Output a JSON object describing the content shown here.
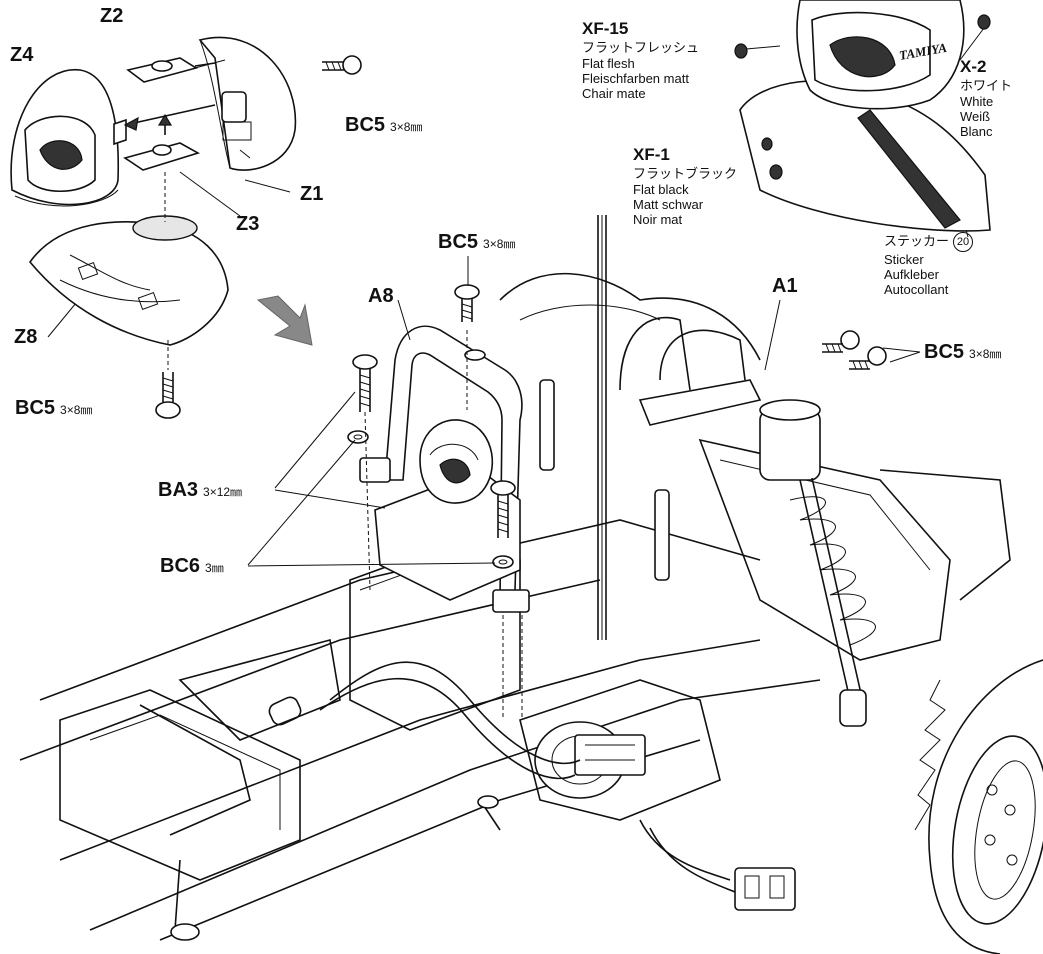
{
  "parts": {
    "z1": "Z1",
    "z2": "Z2",
    "z3": "Z3",
    "z4": "Z4",
    "z8": "Z8",
    "a1": "A1",
    "a8": "A8"
  },
  "screws": {
    "bc5_top_left": {
      "code": "BC5",
      "size": "3×8㎜"
    },
    "bc5_bottom_left": {
      "code": "BC5",
      "size": "3×8㎜"
    },
    "bc5_center": {
      "code": "BC5",
      "size": "3×8㎜"
    },
    "bc5_right": {
      "code": "BC5",
      "size": "3×8㎜"
    },
    "ba3": {
      "code": "BA3",
      "size": "3×12㎜"
    },
    "bc6": {
      "code": "BC6",
      "size": "3㎜"
    }
  },
  "paints": {
    "xf15": {
      "code": "XF-15",
      "ja": "フラットフレッシュ",
      "en": "Flat flesh",
      "de": "Fleischfarben matt",
      "fr": "Chair mate"
    },
    "xf1": {
      "code": "XF-1",
      "ja": "フラットブラック",
      "en": "Flat black",
      "de": "Matt schwar",
      "fr": "Noir mat"
    },
    "x2": {
      "code": "X-2",
      "ja": "ホワイト",
      "en": "White",
      "de": "Weiß",
      "fr": "Blanc"
    }
  },
  "sticker": {
    "ja": "ステッカー",
    "number": "20",
    "en": "Sticker",
    "de": "Aufkleber",
    "fr": "Autocollant"
  },
  "helmet_brand": "TAMIYA"
}
